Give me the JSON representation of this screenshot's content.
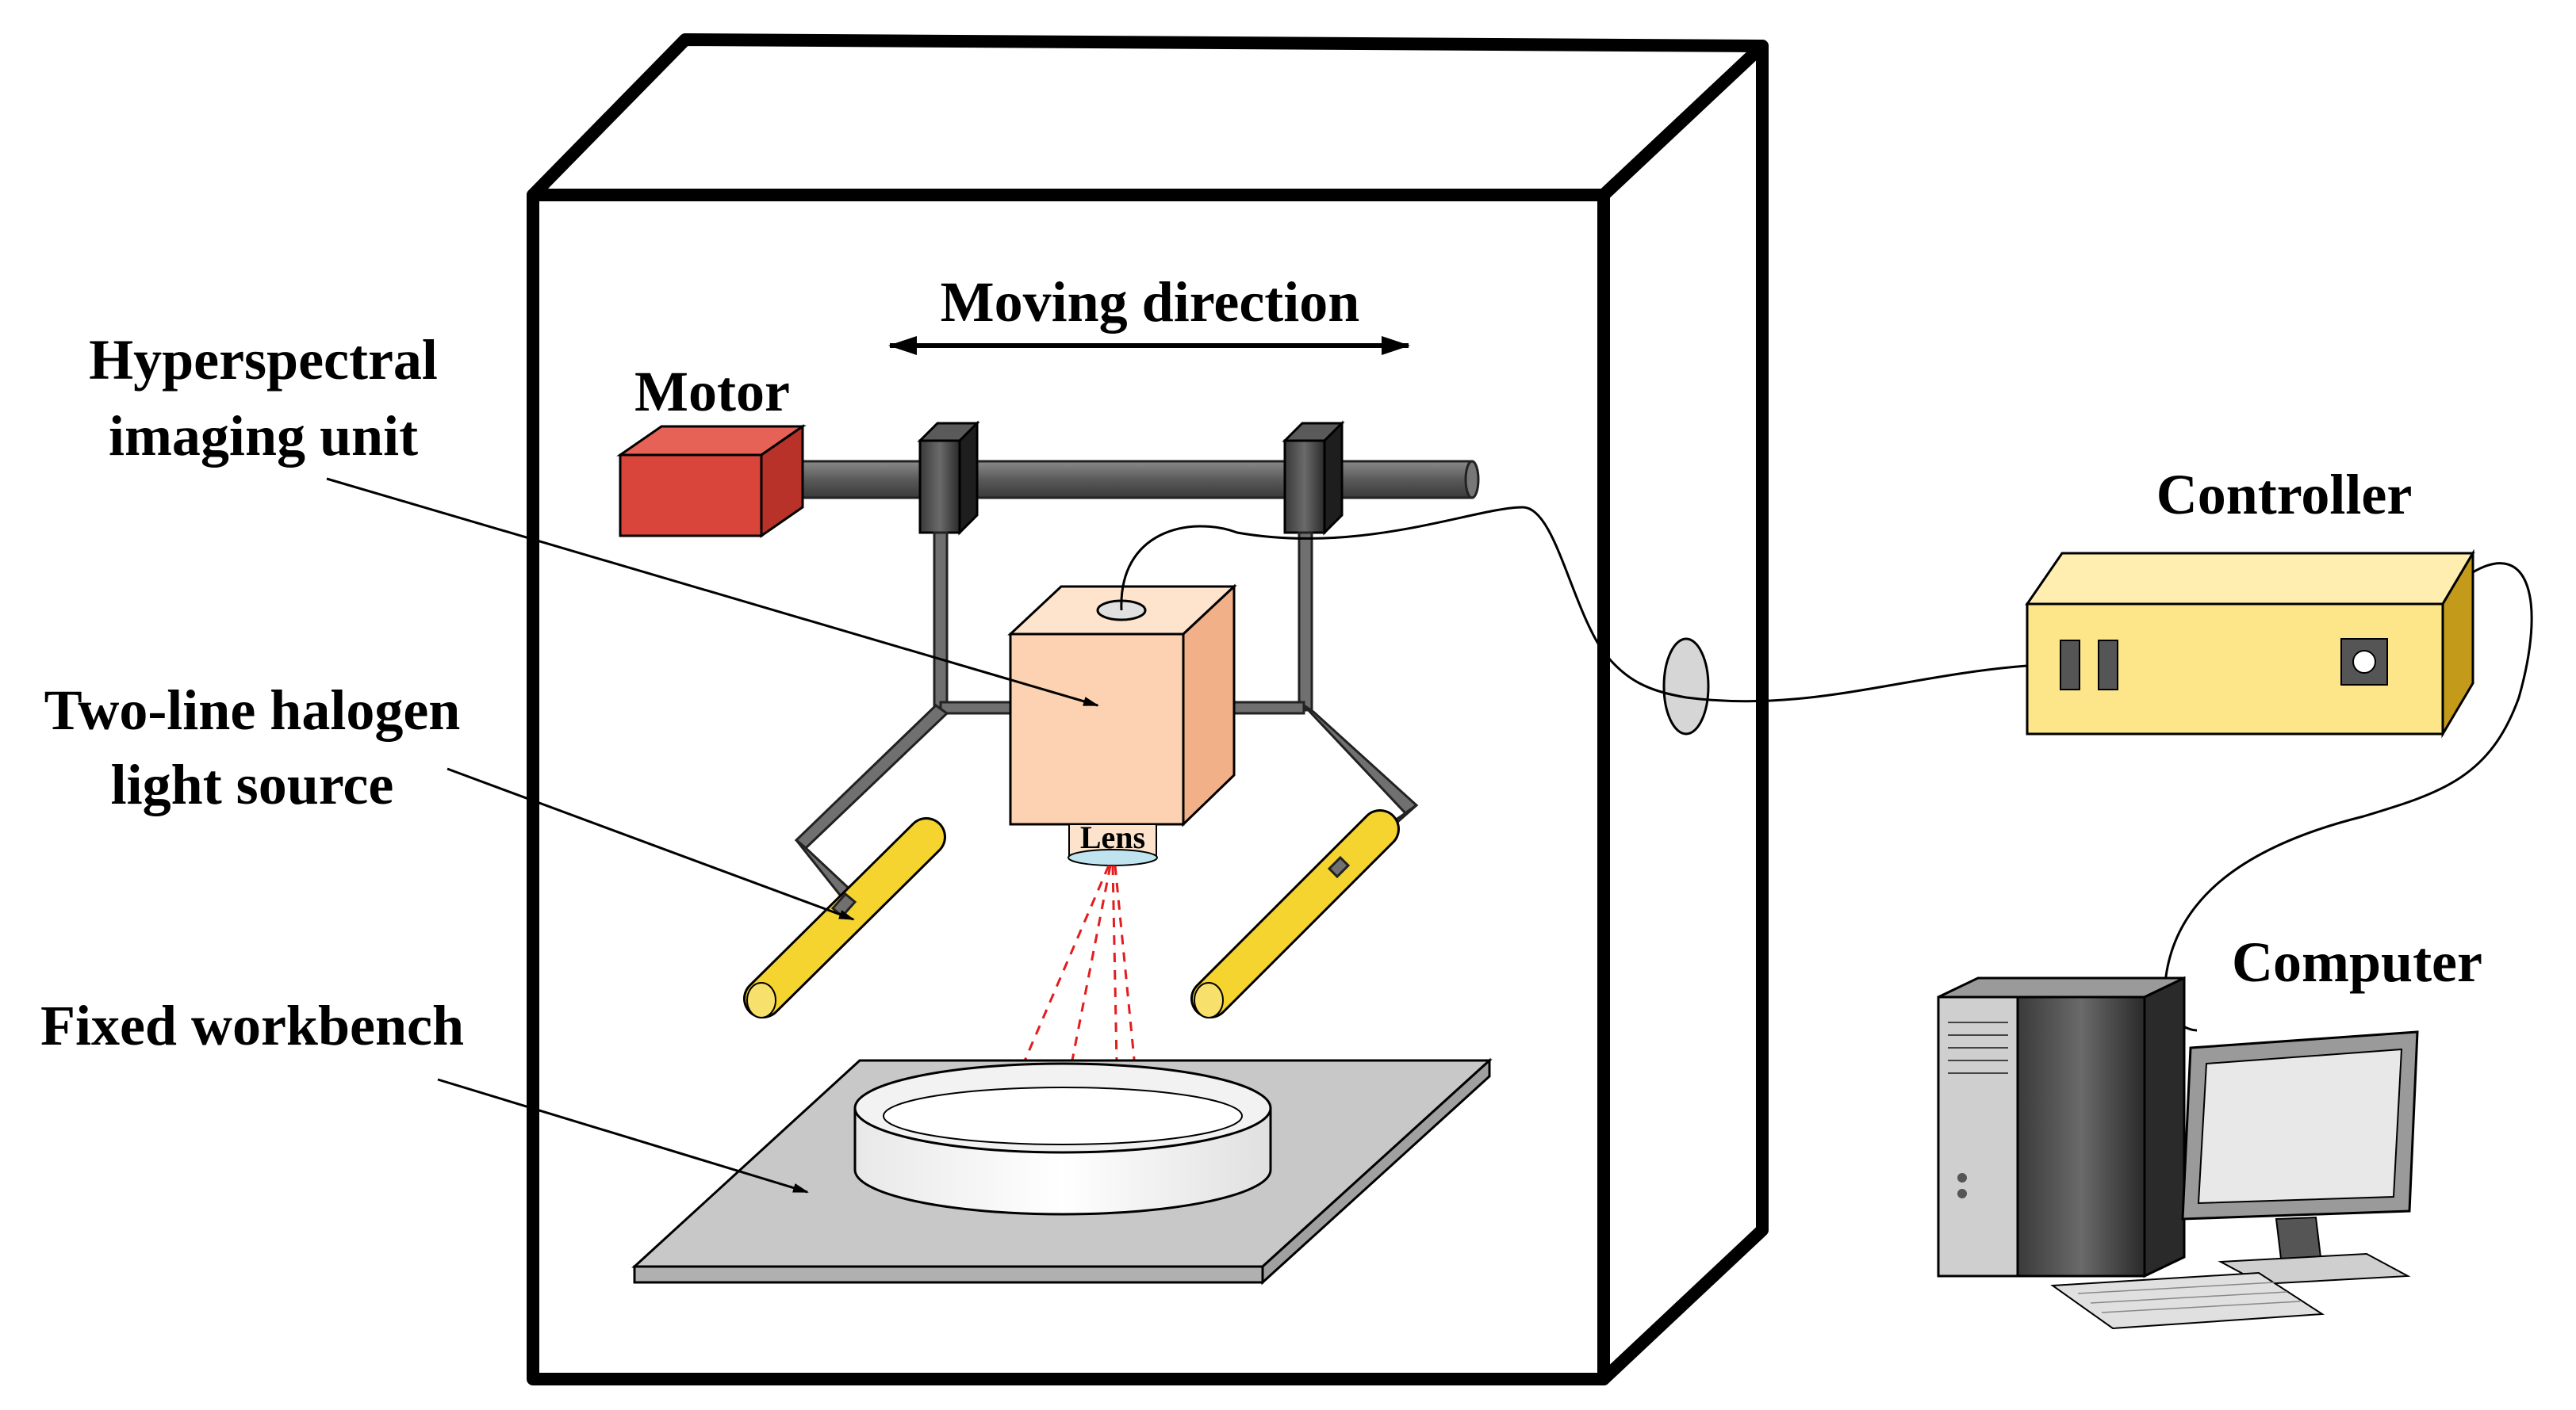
{
  "labels": {
    "moving_direction": "Moving direction",
    "motor": "Motor",
    "hsi_line1": "Hyperspectral",
    "hsi_line2": "imaging unit",
    "halogen_line1": "Two-line halogen",
    "halogen_line2": "light source",
    "workbench": "Fixed workbench",
    "controller": "Controller",
    "computer": "Computer",
    "lens": "Lens"
  },
  "colors": {
    "motor": "#d9453a",
    "camera_front": "#fdd2b2",
    "camera_side": "#f2b088",
    "controller_top": "#ffeeb0",
    "controller_front": "#fde68a",
    "controller_side": "#c49a1a",
    "lamp": "#f5d430",
    "beam": "#e31d1d",
    "rail": "#6e6e6e",
    "plate": "#c8c8c8"
  },
  "icons": [
    "motor-icon",
    "camera-icon",
    "lamp-icon",
    "controller-icon",
    "computer-icon",
    "petri-dish-icon"
  ]
}
